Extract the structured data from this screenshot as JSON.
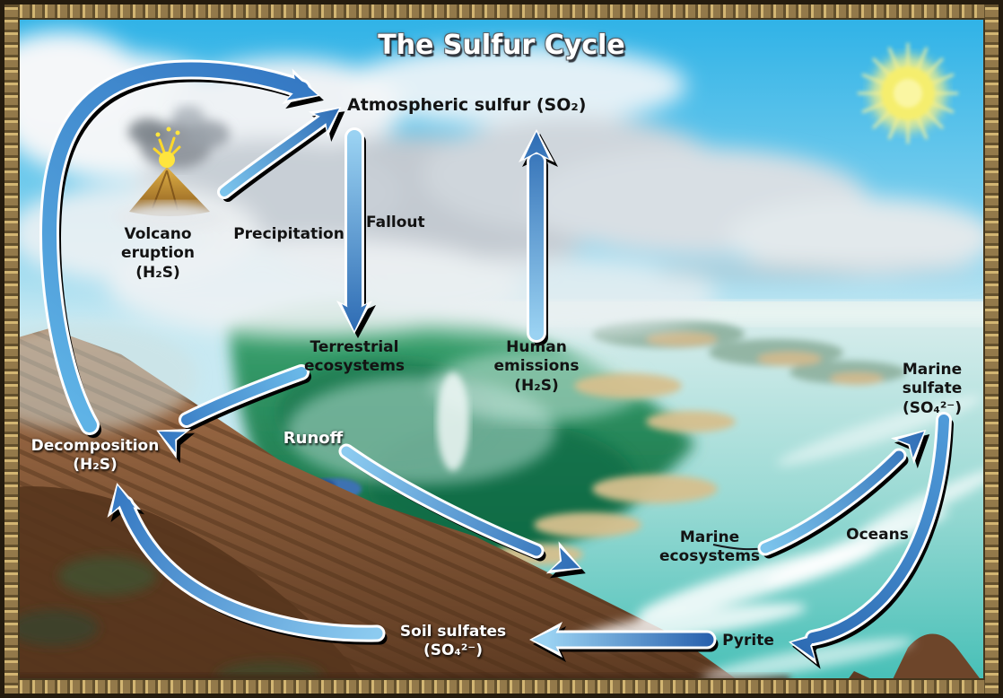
{
  "title": "The Sulfur Cycle",
  "labels": {
    "atmospheric_sulfur": "Atmospheric sulfur (SO₂)",
    "volcano_eruption": "Volcano\neruption\n(H₂S)",
    "precipitation": "Precipitation",
    "fallout": "Fallout",
    "terrestrial_ecosystems": "Terrestrial\necosystems",
    "human_emissions": "Human\nemissions\n(H₂S)",
    "decomposition": "Decomposition\n(H₂S)",
    "runoff": "Runoff",
    "marine_sulfate": "Marine\nsulfate\n(SO₄²⁻)",
    "marine_ecosystems": "Marine\necosystems",
    "oceans": "Oceans",
    "soil_sulfates": "Soil sulfates\n(SO₄²⁻)",
    "pyrite": "Pyrite"
  },
  "arrows": [
    {
      "name": "decomposition-to-atmosphere",
      "from": "Decomposition (H₂S)",
      "to": "Atmospheric sulfur (SO₂)"
    },
    {
      "name": "volcano-to-atmosphere",
      "from": "Volcano eruption (H₂S)",
      "to": "Atmospheric sulfur (SO₂)"
    },
    {
      "name": "fallout",
      "from": "Atmospheric sulfur (SO₂)",
      "to": "Terrestrial ecosystems"
    },
    {
      "name": "human-emissions",
      "from": "Human emissions (H₂S)",
      "to": "Atmospheric sulfur (SO₂)"
    },
    {
      "name": "terrestrial-to-decomposition",
      "from": "Terrestrial ecosystems",
      "to": "Decomposition (H₂S)"
    },
    {
      "name": "runoff",
      "from": "Terrestrial ecosystems",
      "to": "Oceans"
    },
    {
      "name": "soil-to-decomposition",
      "from": "Soil sulfates (SO₄²⁻)",
      "to": "Decomposition (H₂S)"
    },
    {
      "name": "pyrite-to-soil-sulfates",
      "from": "Pyrite",
      "to": "Soil sulfates (SO₄²⁻)"
    },
    {
      "name": "marine-ecosystems-to-marine-sulfate",
      "from": "Marine ecosystems",
      "to": "Marine sulfate (SO₄²⁻)"
    },
    {
      "name": "marine-sulfate-to-pyrite",
      "from": "Marine sulfate (SO₄²⁻)",
      "to": "Pyrite"
    }
  ],
  "icons": [
    "sun-icon",
    "volcano-icon"
  ],
  "colors": {
    "sky": "#29b0e6",
    "ocean_teal": "#3fbdb4",
    "land_green": "#2f9b66",
    "mountain_brown": "#6b4526",
    "sand": "#d6c08e",
    "arrow_light": "#9ad2f2",
    "arrow_dark": "#2e6cb4",
    "arrow_outline_white": "#ffffff",
    "arrow_shadow_black": "#000000",
    "sun_yellow": "#f5ee6e",
    "frame_gold": "#93794a",
    "title_color": "#ffffff",
    "label_color": "#131313"
  }
}
